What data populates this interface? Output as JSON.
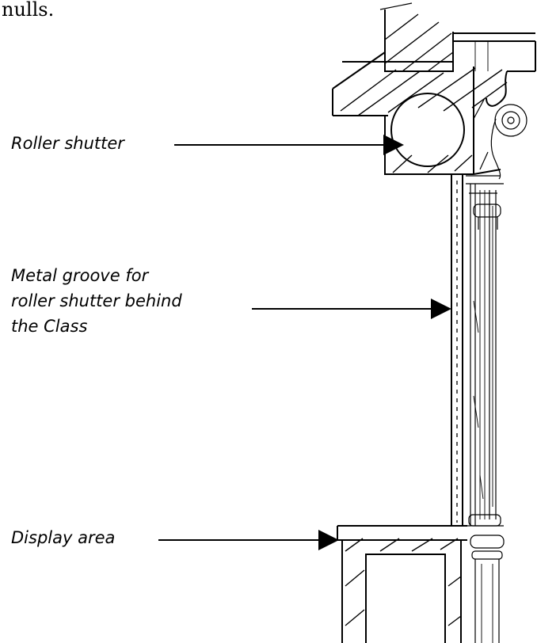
{
  "caption_fragment": "nulls.",
  "callouts": {
    "roller_shutter": "Roller shutter",
    "metal_groove_line1": "Metal groove for",
    "metal_groove_line2": "roller shutter behind",
    "metal_groove_line3": "the Class",
    "display_area": "Display area"
  }
}
